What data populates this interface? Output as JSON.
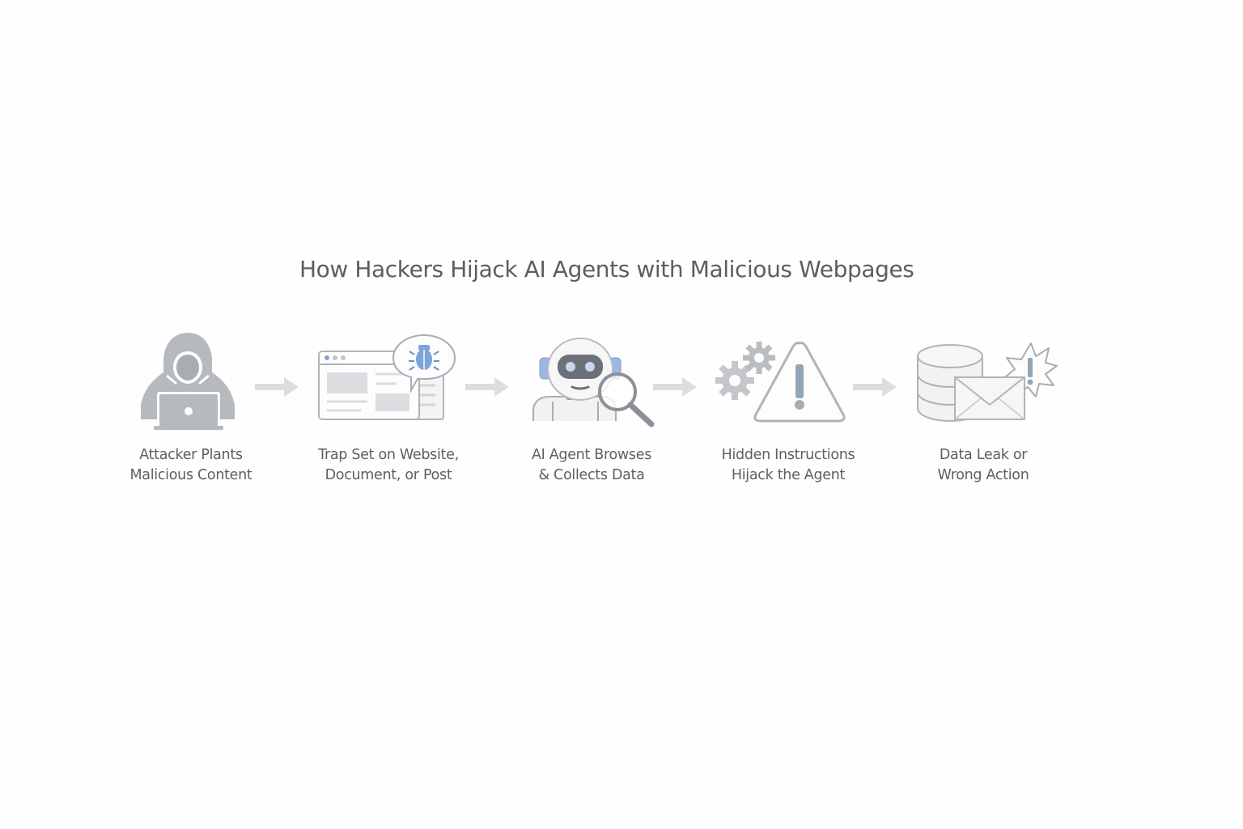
{
  "title": "How Hackers Hijack AI Agents with Malicious Webpages",
  "colors": {
    "text": "#5a5e64",
    "icon_gray": "#b9bcc1",
    "icon_stroke": "#a9adb3",
    "accent_blue": "#7fa3dc",
    "arrow": "#dcdde0"
  },
  "steps": [
    {
      "icon": "hacker-icon",
      "line1": "Attacker Plants",
      "line2": "Malicious Content"
    },
    {
      "icon": "webpage-bug-icon",
      "line1": "Trap Set on Website,",
      "line2": "Document, or Post"
    },
    {
      "icon": "robot-magnifier-icon",
      "line1": "AI Agent Browses",
      "line2": "& Collects Data"
    },
    {
      "icon": "warning-gears-icon",
      "line1": "Hidden Instructions",
      "line2": "Hijack the Agent"
    },
    {
      "icon": "database-envelope-alert-icon",
      "line1": "Data Leak or",
      "line2": "Wrong Action"
    }
  ]
}
